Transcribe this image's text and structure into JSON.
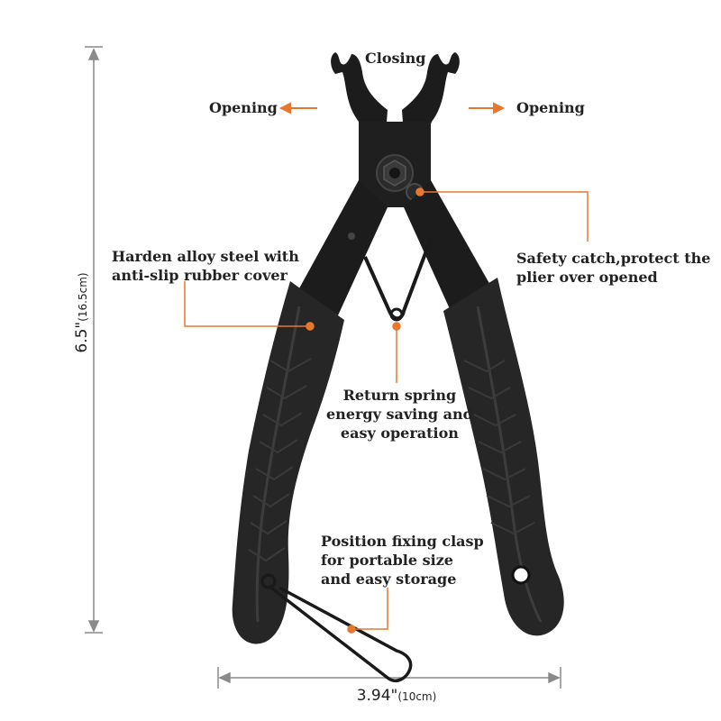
{
  "labels": {
    "closing": "Closing",
    "opening_left": "Opening",
    "opening_right": "Opening",
    "harden": "Harden alloy steel with\nanti-slip rubber cover",
    "safety": "Safety catch,protect the\nplier over opened",
    "spring": "Return spring\nenergy saving and\neasy operation",
    "clasp": "Position fixing clasp\nfor portable size\nand easy storage"
  },
  "dimensions": {
    "height_main": "6.5\"",
    "height_sub": "(16.5cm)",
    "width_main": "3.94\"",
    "width_sub": "(10cm)"
  },
  "colors": {
    "accent": "#e8772e",
    "dimension_line": "#8a8a8a",
    "tool_black": "#1c1c1c",
    "tool_grip": "#2a2a2a"
  }
}
